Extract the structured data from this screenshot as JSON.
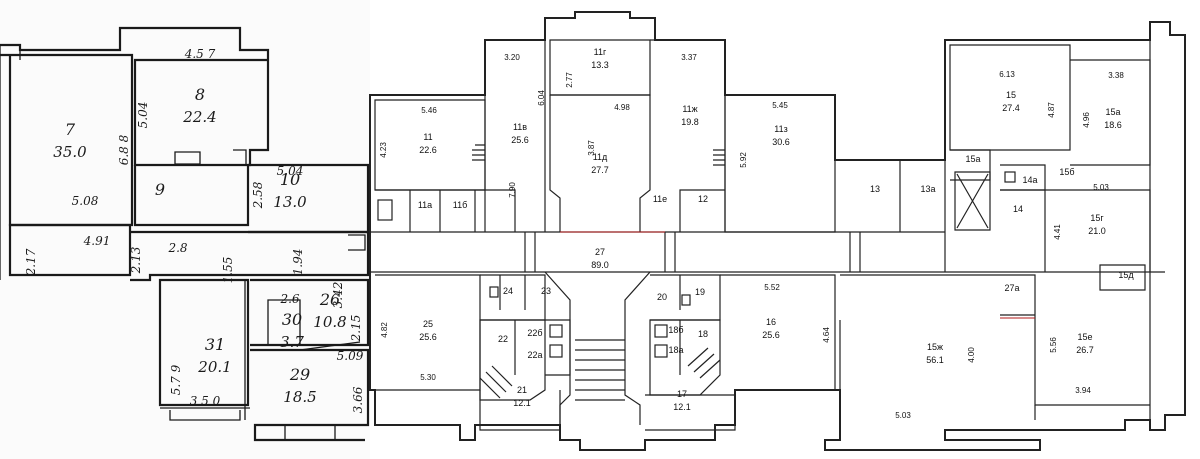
{
  "left_plan": {
    "rooms": [
      {
        "num": "7",
        "area": "35.0"
      },
      {
        "num": "8",
        "area": "22.4"
      },
      {
        "num": "9",
        "area": ""
      },
      {
        "num": "10",
        "area": "13.0"
      },
      {
        "num": "31",
        "area": "20.1"
      },
      {
        "num": "30",
        "area": "3.7"
      },
      {
        "num": "26",
        "area": "10.8"
      },
      {
        "num": "29",
        "area": "18.5"
      }
    ],
    "dims": [
      "4.5 7",
      "5.04",
      "6.8 8",
      "5.08",
      "4.91",
      "2.17",
      "2.13",
      "2.8",
      "5.04",
      "2.58",
      "1.94",
      "1.55",
      "3.42",
      "2.6",
      "2.15",
      "5.7 9",
      "3 5 0",
      "5.09",
      "3.66"
    ]
  },
  "right_plan": {
    "rooms": [
      {
        "num": "11",
        "area": "22.6",
        "color": "#111111"
      },
      {
        "num": "11в",
        "area": "25.6",
        "color": "#111111"
      },
      {
        "num": "11г",
        "area": "13.3",
        "color": "#111111"
      },
      {
        "num": "11д",
        "area": "27.7",
        "color": "#b01a1a"
      },
      {
        "num": "11ж",
        "area": "19.8",
        "color": "#111111"
      },
      {
        "num": "11з",
        "area": "30.6",
        "color": "#111111"
      },
      {
        "num": "11а",
        "area": "",
        "color": "#111111"
      },
      {
        "num": "11б",
        "area": "",
        "color": "#111111"
      },
      {
        "num": "11е",
        "area": "",
        "color": "#111111"
      },
      {
        "num": "12",
        "area": "",
        "color": "#111111"
      },
      {
        "num": "13",
        "area": "",
        "color": "#b01a1a"
      },
      {
        "num": "13а",
        "area": "",
        "color": "#b01a1a"
      },
      {
        "num": "15",
        "area": "27.4",
        "color": "#111111"
      },
      {
        "num": "15а",
        "area": "18.6",
        "color": "#111111"
      },
      {
        "num": "15а",
        "area": "",
        "color": "#111111"
      },
      {
        "num": "14а",
        "area": "",
        "color": "#111111"
      },
      {
        "num": "15б",
        "area": "",
        "color": "#111111"
      },
      {
        "num": "14",
        "area": "",
        "color": "#111111"
      },
      {
        "num": "15г",
        "area": "21.0",
        "color": "#111111"
      },
      {
        "num": "15д",
        "area": "",
        "color": "#111111"
      },
      {
        "num": "27",
        "area": "89.0",
        "color": "#b01a1a"
      },
      {
        "num": "27а",
        "area": "",
        "color": "#b01a1a"
      },
      {
        "num": "25",
        "area": "25.6",
        "color": "#111111"
      },
      {
        "num": "24",
        "area": "",
        "color": "#111111"
      },
      {
        "num": "23",
        "area": "",
        "color": "#111111"
      },
      {
        "num": "22",
        "area": "",
        "color": "#111111"
      },
      {
        "num": "22б",
        "area": "",
        "color": "#111111"
      },
      {
        "num": "22а",
        "area": "",
        "color": "#111111"
      },
      {
        "num": "21",
        "area": "12.1",
        "color": "#111111"
      },
      {
        "num": "20",
        "area": "",
        "color": "#111111"
      },
      {
        "num": "19",
        "area": "",
        "color": "#111111"
      },
      {
        "num": "18б",
        "area": "",
        "color": "#111111"
      },
      {
        "num": "18",
        "area": "",
        "color": "#111111"
      },
      {
        "num": "18а",
        "area": "",
        "color": "#111111"
      },
      {
        "num": "17",
        "area": "12.1",
        "color": "#111111"
      },
      {
        "num": "16",
        "area": "25.6",
        "color": "#111111"
      },
      {
        "num": "15ж",
        "area": "56.1",
        "color": "#b01a1a"
      },
      {
        "num": "15е",
        "area": "26.7",
        "color": "#111111"
      }
    ],
    "dims": [
      "3.20",
      "2.77",
      "3.37",
      "5.46",
      "4.98",
      "6.04",
      "5.45",
      "4.23",
      "7.90",
      "3.87",
      "5.92",
      "6.13",
      "4.87",
      "3.38",
      "4.96",
      "5.03",
      "4.41",
      "5.52",
      "4.82",
      "5.30",
      "4.64",
      "4.00",
      "5.56",
      "5.03",
      "3.94"
    ]
  }
}
